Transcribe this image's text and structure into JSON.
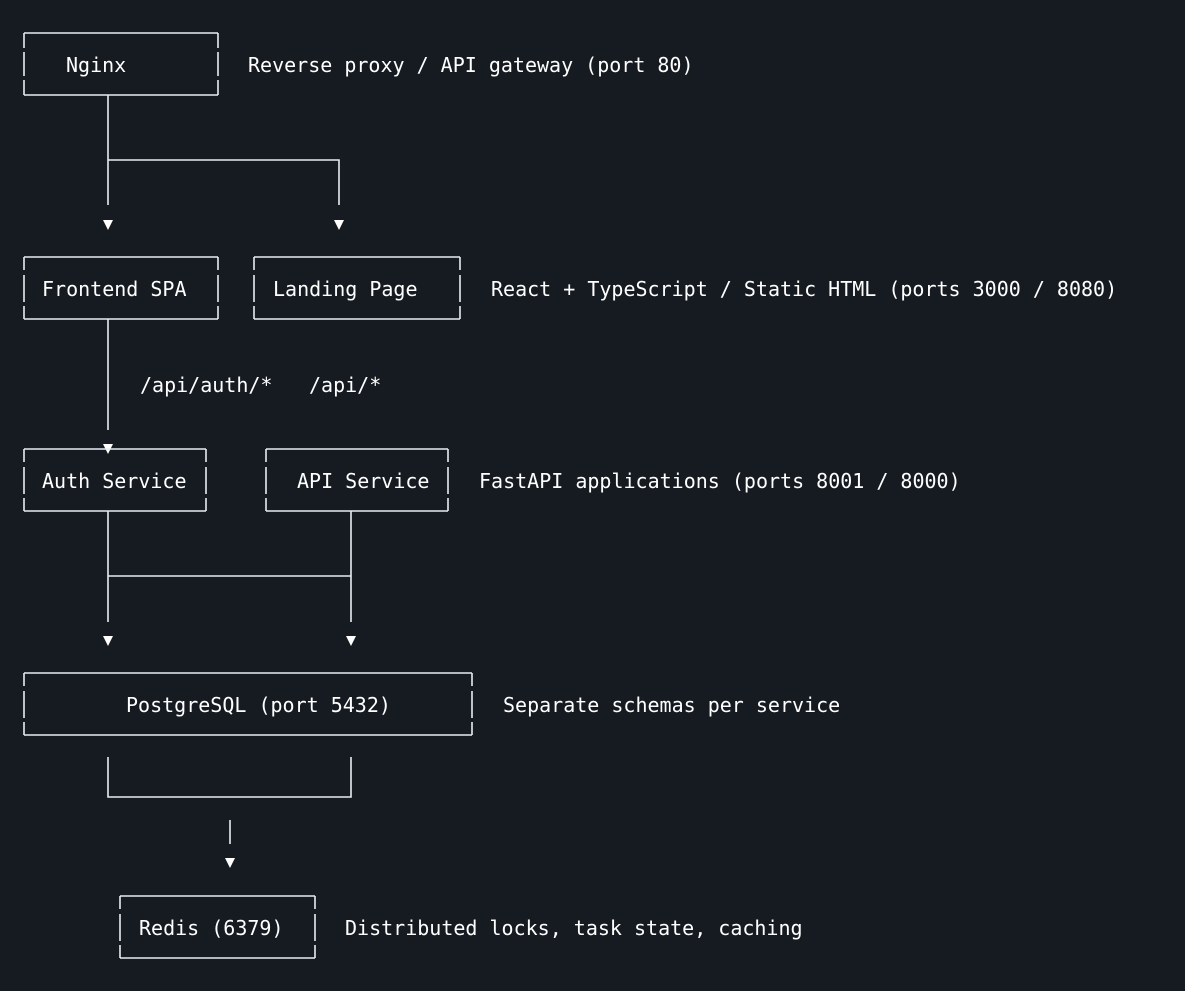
{
  "nodes": {
    "nginx": "Nginx",
    "frontend": "Frontend SPA",
    "landing": "Landing Page",
    "auth": "Auth Service",
    "api": "API Service",
    "postgres": "PostgreSQL (port 5432)",
    "redis": "Redis (6379)"
  },
  "notes": {
    "nginx": "Reverse proxy / API gateway (port 80)",
    "frontend_layer": "React + TypeScript / Static HTML (ports 3000 / 8080)",
    "service_layer": "FastAPI applications (ports 8001 / 8000)",
    "postgres": "Separate schemas per service",
    "redis": "Distributed locks, task state, caching"
  },
  "routes": {
    "auth": "/api/auth/*",
    "api": "/api/*"
  },
  "colors": {
    "background": "#161b22",
    "text": "#ffffff",
    "line": "#e6edf3"
  }
}
